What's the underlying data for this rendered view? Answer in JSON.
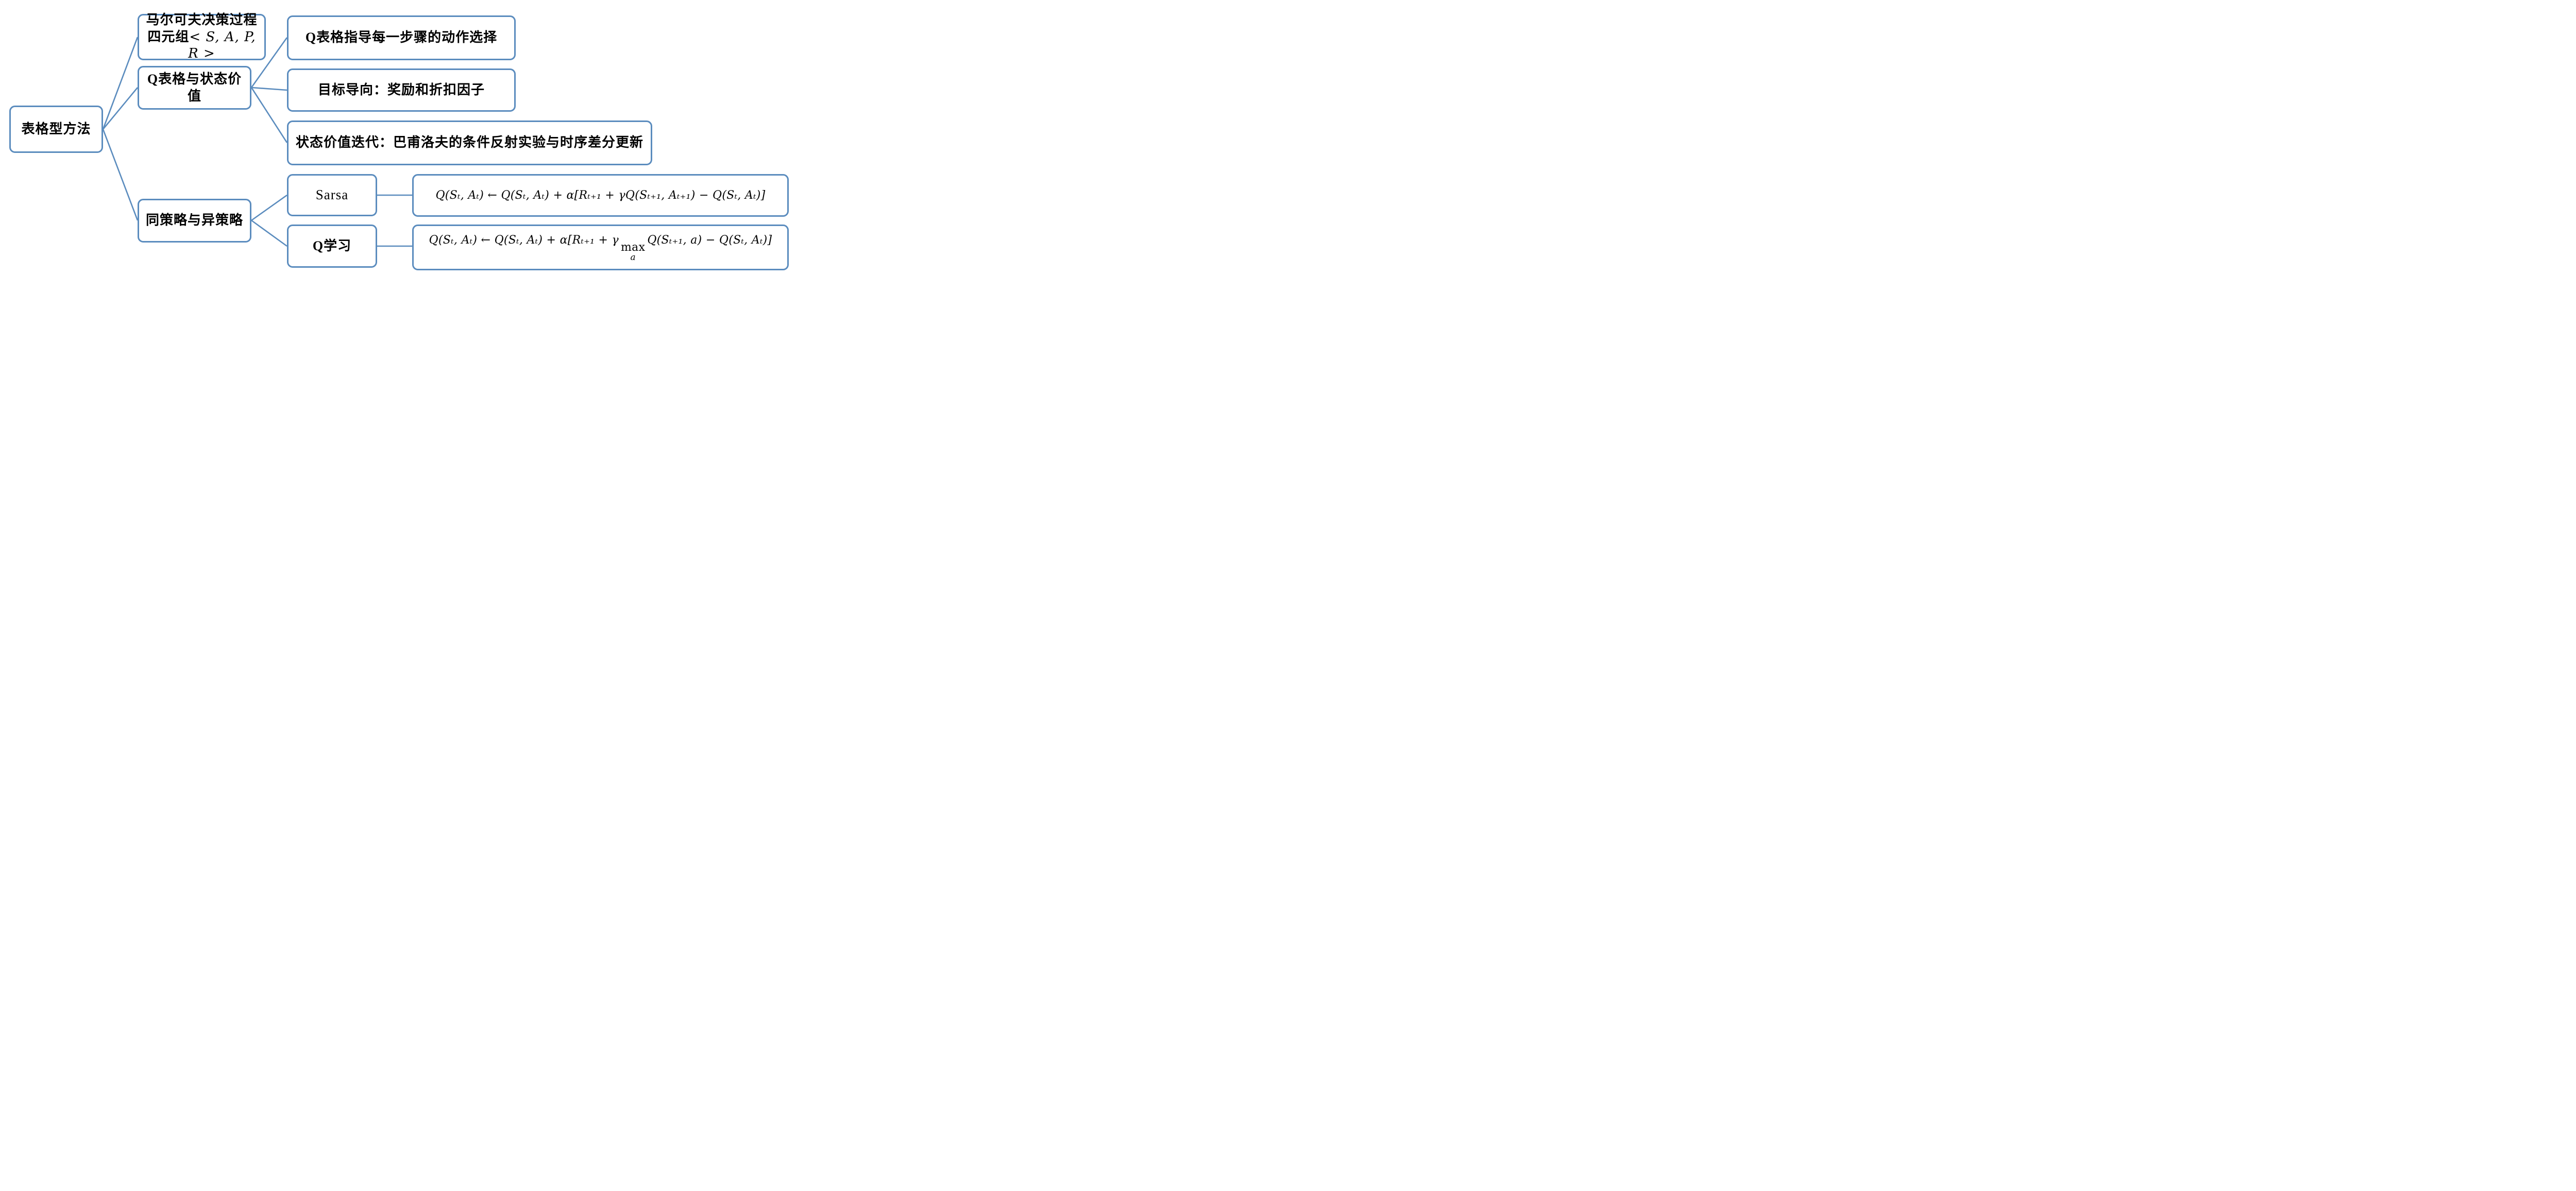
{
  "diagram": {
    "colors": {
      "accent": "#5b8cbe",
      "text": "#000000",
      "background": "#ffffff"
    },
    "root": {
      "label": "表格型方法"
    },
    "nodes": {
      "mdp": {
        "prefix": "马尔可夫决策过程四元组",
        "math": "< S, A, P, R >"
      },
      "qtable": {
        "label": "Q表格与状态价值"
      },
      "leaf1": {
        "label": "Q表格指导每一步骤的动作选择"
      },
      "leaf2": {
        "label": "目标导向：奖励和折扣因子"
      },
      "leaf3": {
        "label": "状态价值迭代：巴甫洛夫的条件反射实验与时序差分更新"
      },
      "policy": {
        "label": "同策略与异策略"
      },
      "sarsa": {
        "label": "Sarsa"
      },
      "qlearning": {
        "label": "Q学习"
      },
      "sarsa_formula": {
        "text": "Q(Sₜ, Aₜ) ← Q(Sₜ, Aₜ) + α[Rₜ₊₁ + γQ(Sₜ₊₁, Aₜ₊₁) − Q(Sₜ, Aₜ)]"
      },
      "qlearning_formula": {
        "pre": "Q(Sₜ, Aₜ) ← Q(Sₜ, Aₜ) + α[Rₜ₊₁ + γ",
        "max_word": "max",
        "max_sub": "a",
        "post": "Q(Sₜ₊₁, a) − Q(Sₜ, Aₜ)]"
      }
    }
  }
}
